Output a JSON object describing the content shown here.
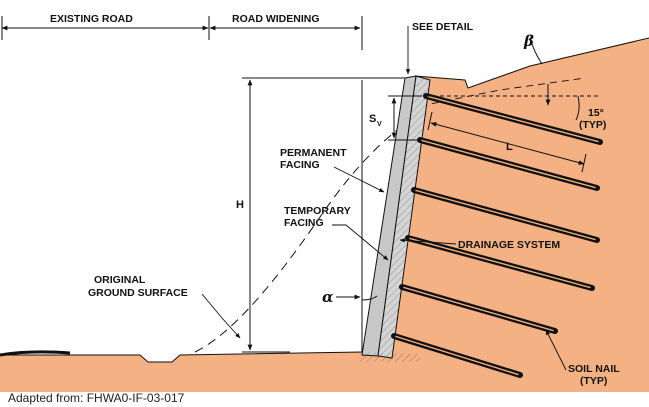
{
  "labels": {
    "existing_road": "EXISTING ROAD",
    "road_widening": "ROAD WIDENING",
    "see_detail": "SEE DETAIL",
    "beta": "β",
    "sv_main": "S",
    "sv_sub": "V",
    "angle": "15°",
    "angle_typ": "(TYP)",
    "length": "L",
    "permanent_facing_1": "PERMANENT",
    "permanent_facing_2": "FACING",
    "height": "H",
    "temporary_facing_1": "TEMPORARY",
    "temporary_facing_2": "FACING",
    "drainage_system": "DRAINAGE SYSTEM",
    "original_ground_1": "ORIGINAL",
    "original_ground_2": "GROUND SURFACE",
    "alpha": "α",
    "soil_nail_1": "SOIL NAIL",
    "soil_nail_2": "(TYP)"
  },
  "credit": "Adapted from: FHWA0-IF-03-017",
  "colors": {
    "soil": "#f4b183",
    "facing": "#c8c8c8",
    "nail": "#111111",
    "ink": "#111111"
  }
}
